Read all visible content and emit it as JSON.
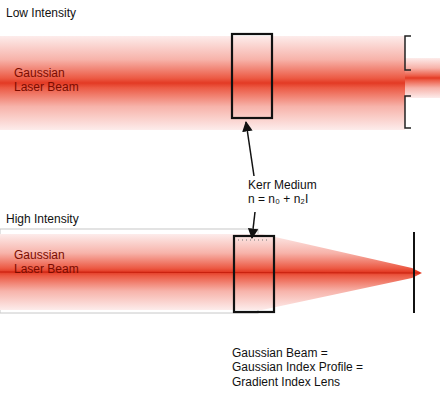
{
  "diagram": {
    "labels": [
      "Low Intensity",
      "Gaussian Laser Beam",
      "Kerr Medium n = n₀ + n₂I",
      "High Intensity",
      "Gaussian Laser Beam",
      "Gaussian Beam = Gaussian Index Profile = Gradient Index Lens"
    ]
  }
}
